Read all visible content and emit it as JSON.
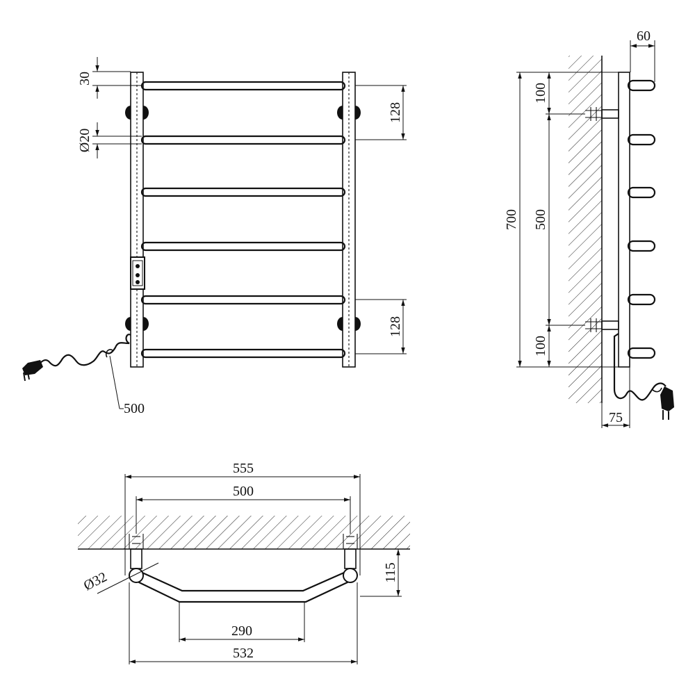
{
  "front_view": {
    "dim_top_offset": "30",
    "dim_bar_diameter": "Ø20",
    "dim_upper_pitch": "128",
    "dim_lower_pitch": "128",
    "dim_cable_length": "500"
  },
  "side_view": {
    "dim_depth_top": "60",
    "dim_total_height": "700",
    "dim_top_to_mount": "100",
    "dim_mount_spacing": "500",
    "dim_mount_to_bottom": "100",
    "dim_wall_offset": "75"
  },
  "top_view": {
    "dim_overall_width": "555",
    "dim_mount_width": "500",
    "dim_riser_diameter": "Ø32",
    "dim_projection": "115",
    "dim_flat_section": "290",
    "dim_base_width": "532"
  }
}
